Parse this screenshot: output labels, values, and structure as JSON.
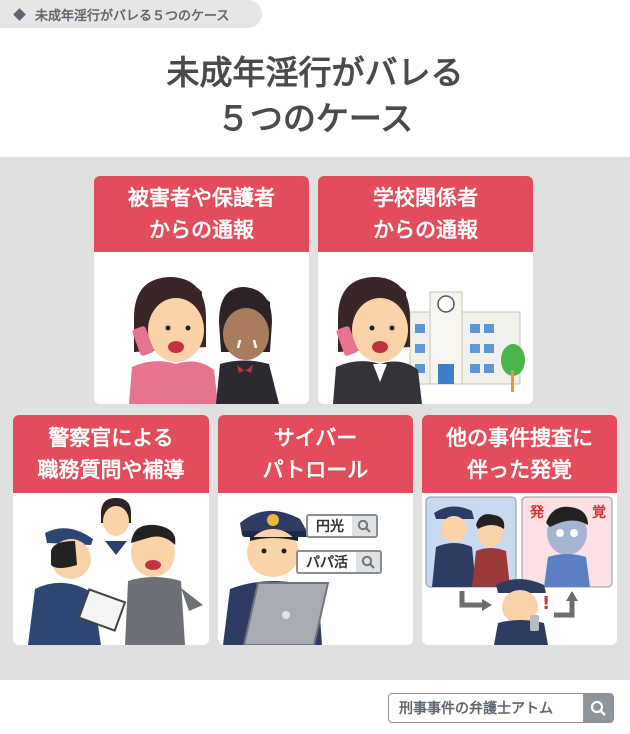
{
  "tag": {
    "icon": "diamond-icon",
    "label": "未成年淫行がバレる５つのケース"
  },
  "title": {
    "line1": "未成年淫行がバレる",
    "line2": "５つのケース"
  },
  "colors": {
    "accent": "#e34c5b",
    "panel": "#e0e0e0",
    "title": "#4b4b4b",
    "tag_text": "#5e6770"
  },
  "cards": [
    {
      "line1": "被害者や保護者",
      "line2": "からの通報",
      "illustration": "mother-on-phone-and-crying-schoolgirl"
    },
    {
      "line1": "学校関係者",
      "line2": "からの通報",
      "illustration": "teacher-on-phone-in-front-of-school"
    },
    {
      "line1": "警察官による",
      "line2": "職務質問や補導",
      "illustration": "police-questioning-man-and-schoolgirl"
    },
    {
      "line1": "サイバー",
      "line2": "パトロール",
      "illustration": "police-officer-on-laptop",
      "searches": [
        "円光",
        "パパ活"
      ]
    },
    {
      "line1": "他の事件捜査に",
      "line2": "伴った発覚",
      "illustration": "police-arrest-and-discovery",
      "labels": [
        "発",
        "覚"
      ]
    }
  ],
  "footer": {
    "search_label": "刑事事件の弁護士アトム",
    "search_icon": "search-icon"
  }
}
